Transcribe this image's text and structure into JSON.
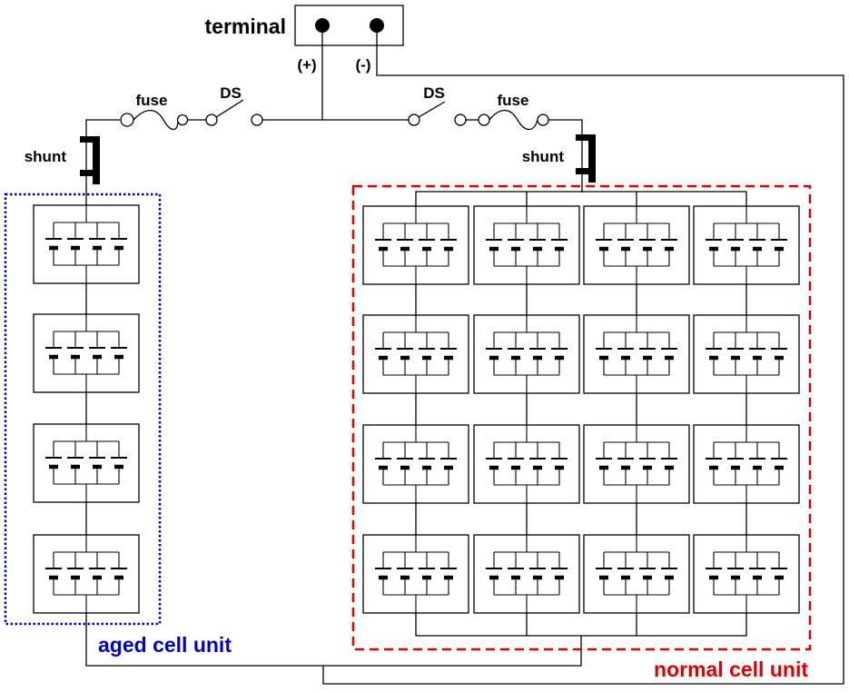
{
  "labels": {
    "terminal": "terminal",
    "positive": "(+)",
    "negative": "(-)",
    "fuse_left": "fuse",
    "ds_left": "DS",
    "ds_right": "DS",
    "fuse_right": "fuse",
    "shunt_left": "shunt",
    "shunt_right": "shunt",
    "aged_unit": "aged cell unit",
    "normal_unit": "normal cell unit"
  },
  "colors": {
    "aged_unit": "#0000cc",
    "normal_unit": "#e00000",
    "line": "#000000"
  },
  "structure": {
    "aged_unit_modules": 4,
    "normal_unit_columns": 4,
    "normal_unit_rows": 4,
    "cells_per_module": 4
  }
}
